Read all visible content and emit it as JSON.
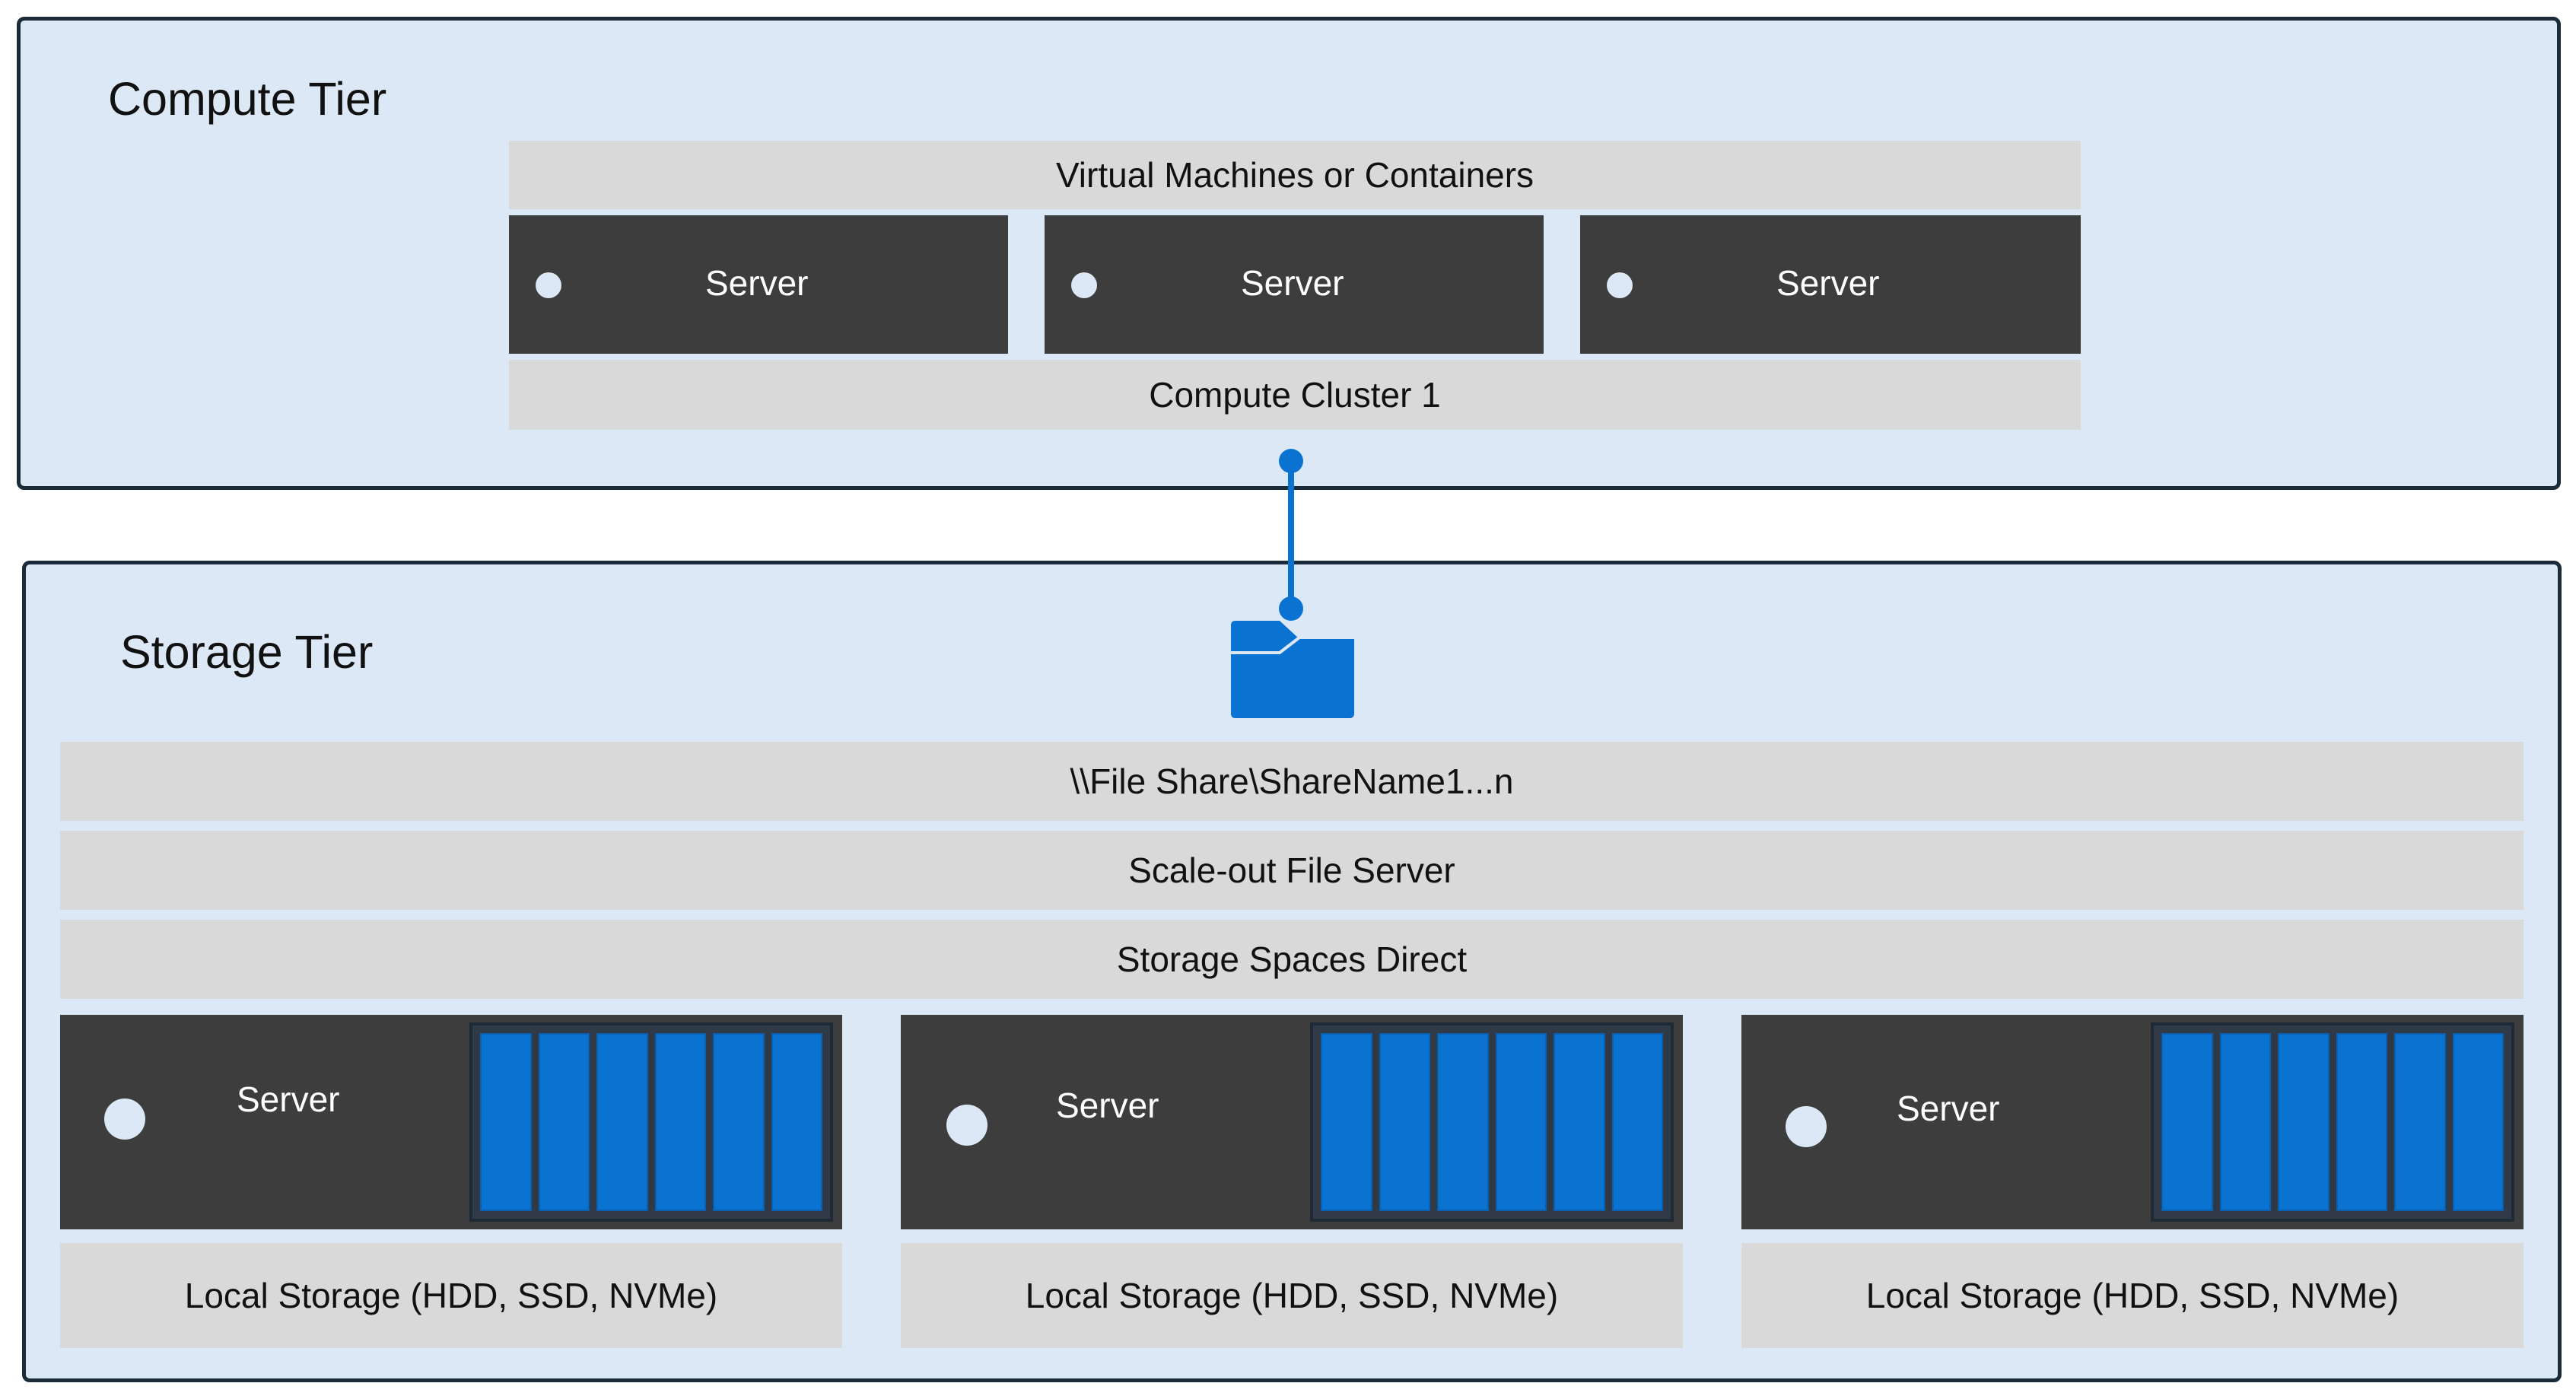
{
  "compute_tier": {
    "title": "Compute Tier",
    "vm_label": "Virtual Machines or Containers",
    "servers": [
      "Server",
      "Server",
      "Server"
    ],
    "cluster_label": "Compute Cluster 1"
  },
  "storage_tier": {
    "title": "Storage Tier",
    "file_share_label": "\\\\File Share\\ShareName1...n",
    "sofs_label": "Scale-out File Server",
    "s2d_label": "Storage Spaces Direct",
    "servers": [
      "Server",
      "Server",
      "Server"
    ],
    "local_storage": [
      "Local Storage (HDD, SSD, NVMe)",
      "Local Storage (HDD, SSD, NVMe)",
      "Local Storage (HDD, SSD, NVMe)"
    ]
  },
  "colors": {
    "tier_background": "#dce8f6",
    "tier_border": "#1b2b3a",
    "band_gray": "#d9d9d9",
    "server_dark": "#3d3d3d",
    "accent_blue": "#0a73d2"
  },
  "icons": {
    "share": "folder-icon"
  }
}
